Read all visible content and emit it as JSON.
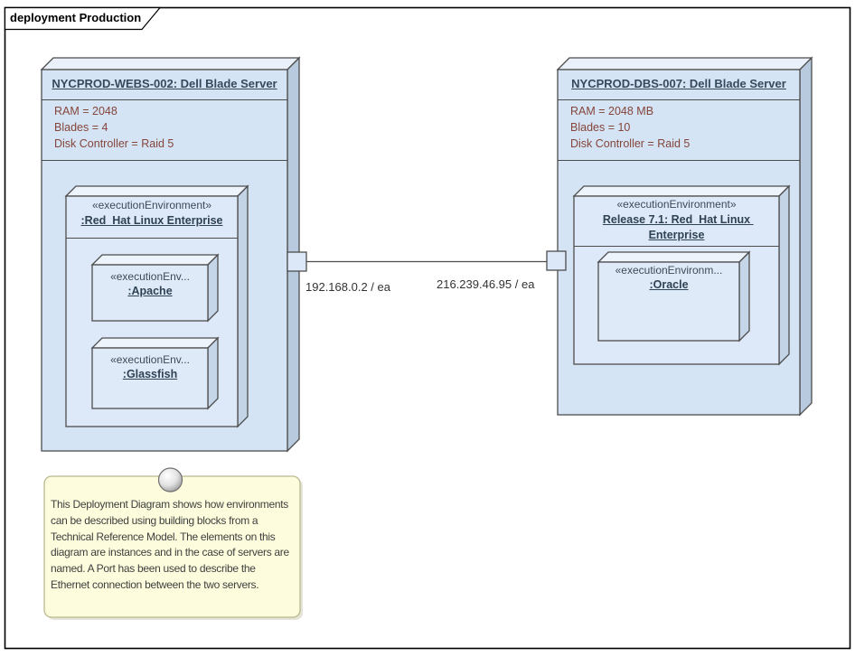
{
  "tab_title": "deployment Production",
  "left_server": {
    "name": "NYCPROD-WEBS-002: Dell Blade Server",
    "props": [
      "RAM = 2048",
      "Blades = 4",
      "Disk Controller = Raid 5"
    ],
    "env": {
      "stereotype": "«executionEnvironment»",
      "name": ":Red  Hat Linux Enterprise"
    },
    "children": [
      {
        "stereotype": "«executionEnv...",
        "name": ":Apache"
      },
      {
        "stereotype": "«executionEnv...",
        "name": ":Glassfish"
      }
    ],
    "port_label": "192.168.0.2 / ea"
  },
  "right_server": {
    "name": "NYCPROD-DBS-007: Dell Blade Server",
    "props": [
      "RAM = 2048 MB",
      "Blades = 10",
      "Disk Controller = Raid 5"
    ],
    "env": {
      "stereotype": "«executionEnvironment»",
      "name": "Release 7.1: Red  Hat Linux Enterprise"
    },
    "children": [
      {
        "stereotype": "«executionEnvironm...",
        "name": ":Oracle"
      }
    ],
    "port_label": "216.239.46.95 / ea"
  },
  "note": {
    "text": "This Deployment Diagram shows how environments can be described using building blocks from a Technical Reference Model. The elements on this diagram are instances and in the case of servers are named. A Port has been used to describe the Ethernet connection between the two servers."
  },
  "colors": {
    "node_front": "#d5e4f4",
    "node_top": "#eaf1fa",
    "node_side": "#b8cbde",
    "env_front": "#dde9f8",
    "env_top": "#edf4fc",
    "env_side": "#c3d4e7",
    "child_front": "#dfeaf9",
    "child_top": "#eef4fc",
    "child_side": "#c6d6e9",
    "port_fill": "#dce8f8",
    "note_fill": "#fdfcdc",
    "border": "#4d4d4d",
    "name_text": "#36495c",
    "stereotype_text": "#3c4a58",
    "property_text": "#84453a",
    "label_text": "#333333",
    "note_text": "#3f3f3f"
  }
}
